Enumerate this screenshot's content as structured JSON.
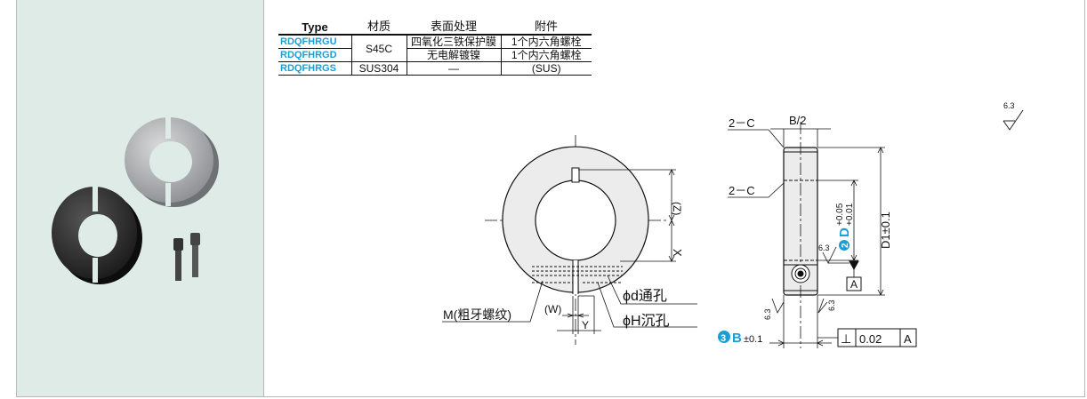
{
  "table": {
    "headers": [
      "Type",
      "材质",
      "表面处理",
      "附件"
    ],
    "rows": [
      {
        "code": "RDQFHRGU",
        "material": "S45C",
        "surface": "四氧化三铁保护膜",
        "attachment": "1个内六角螺栓"
      },
      {
        "code": "RDQFHRGD",
        "material": "S45C",
        "surface": "无电解镀镍",
        "attachment": "1个内六角螺栓"
      },
      {
        "code": "RDQFHRGS",
        "material": "SUS304",
        "surface": "—",
        "attachment": "(SUS)"
      }
    ]
  },
  "front_view": {
    "label_z": "(Z)",
    "label_x": "X",
    "label_m": "M(粗牙螺纹)",
    "label_w": "(W)",
    "label_y": "Y",
    "label_d": "ϕd通孔",
    "label_h": "ϕH沉孔"
  },
  "side_view": {
    "chamfer_top": "2－C",
    "chamfer_mid": "2－C",
    "label_b2": "B/2",
    "label_d1": "D1±0.1",
    "badge_d_num": "2",
    "label_d": "D",
    "tol_d_upper": "+0.05",
    "tol_d_lower": "+0.01",
    "badge_b_num": "3",
    "label_b": "B",
    "tol_b": "±0.1",
    "datum_a": "A",
    "perp_symbol": "⊥",
    "perp_value": "0.02",
    "perp_datum": "A",
    "roughness_side": "6.3",
    "roughness_left": "6.3",
    "roughness_right": "6.3",
    "roughness_corner": "6.3"
  },
  "colors": {
    "panel_bg": "#deebe6",
    "accent": "#1a9ed8",
    "ring_fill": "#e9e9e9"
  }
}
